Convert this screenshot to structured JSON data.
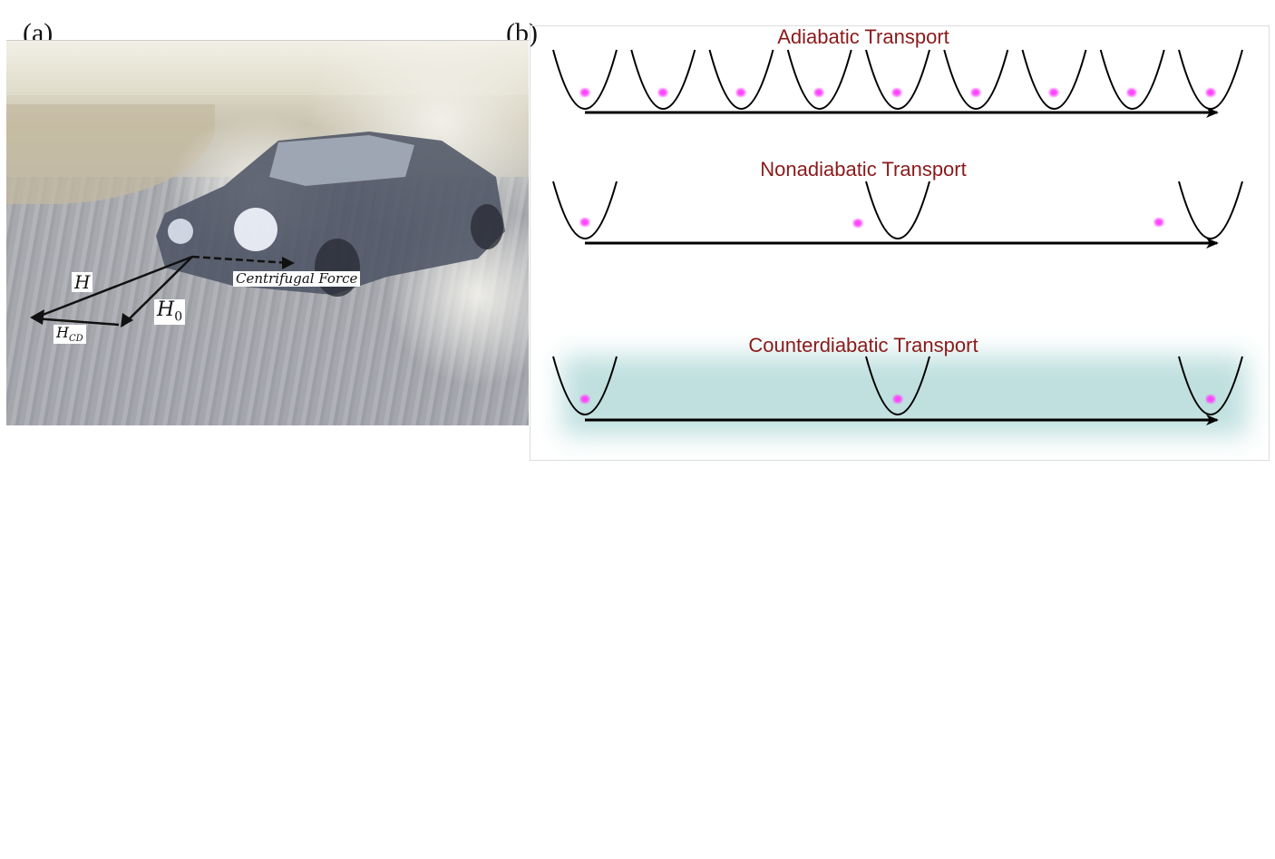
{
  "panel_a": {
    "label": "(a)",
    "annotations": {
      "h": "H",
      "h0": "H",
      "h0_sub": "0",
      "hcd": "H",
      "hcd_sub": "CD",
      "centrifugal": "Centrifugal Force"
    }
  },
  "panel_b": {
    "label": "(b)",
    "rows": [
      {
        "title": "Adiabatic Transport",
        "wells": 9,
        "highlight": false
      },
      {
        "title": "Nonadiabatic Transport",
        "wells": 3,
        "highlight": false
      },
      {
        "title": "Counterdiabatic Transport",
        "wells": 3,
        "highlight": true
      }
    ]
  },
  "colors": {
    "title": "#8b1a1a",
    "particle": "#ff44ff",
    "highlight": "#bfe0df"
  }
}
